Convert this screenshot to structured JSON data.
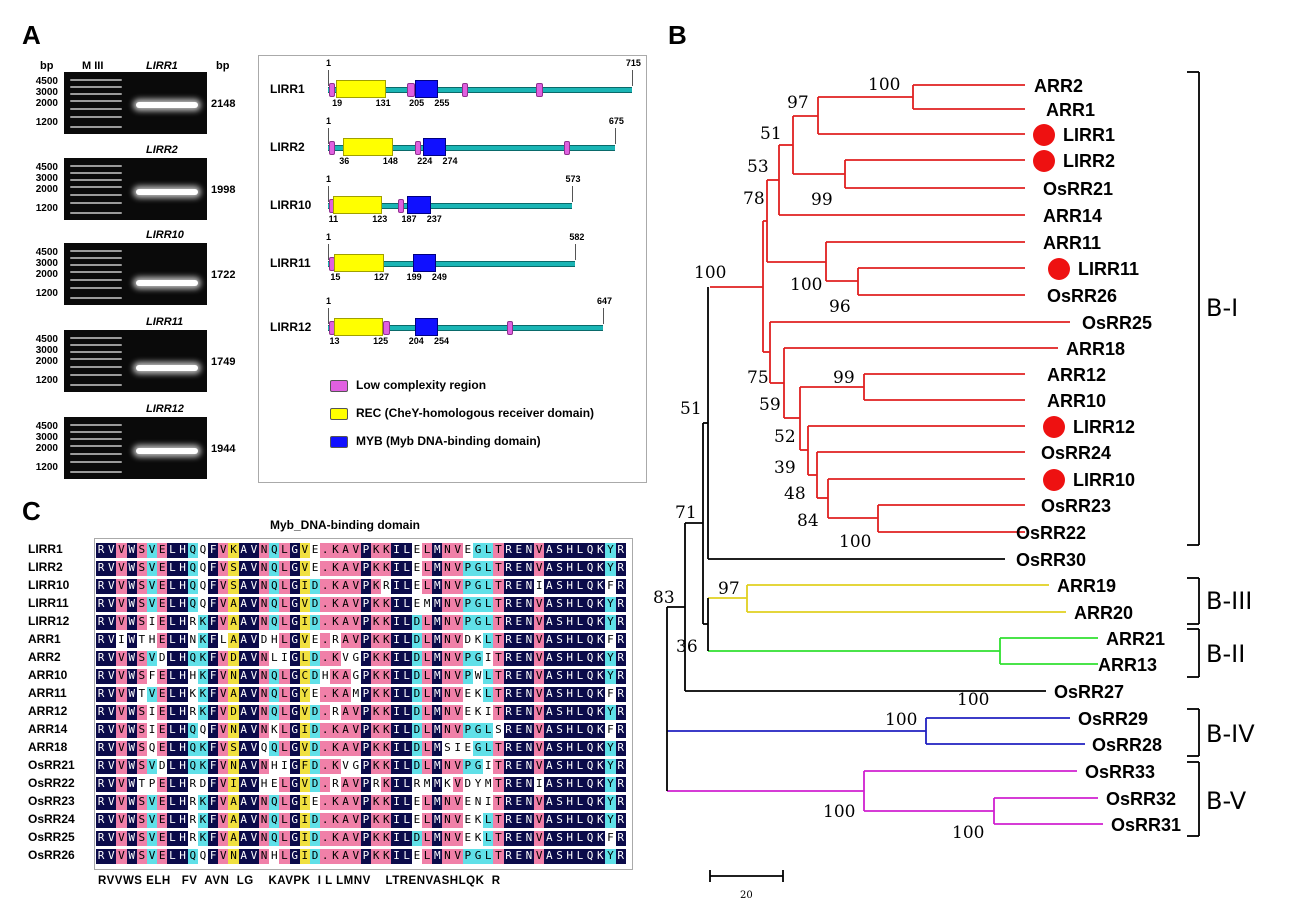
{
  "panels": {
    "a": "A",
    "b": "B",
    "c": "C"
  },
  "panelA": {
    "bp_header": "bp",
    "marker_header": "M III",
    "marker_sizes": [
      "4500",
      "3000",
      "2000",
      "1200"
    ],
    "gels": [
      {
        "name": "LIRR1",
        "size": "2148"
      },
      {
        "name": "LIRR2",
        "size": "1998"
      },
      {
        "name": "LIRR10",
        "size": "1722"
      },
      {
        "name": "LIRR11",
        "size": "1749"
      },
      {
        "name": "LIRR12",
        "size": "1944"
      }
    ],
    "domains": [
      {
        "name": "LIRR1",
        "start": "1",
        "end": "715",
        "rec": [
          "19",
          "131"
        ],
        "myb": [
          "205",
          "255"
        ]
      },
      {
        "name": "LIRR2",
        "start": "1",
        "end": "675",
        "rec": [
          "36",
          "148"
        ],
        "myb": [
          "224",
          "274"
        ]
      },
      {
        "name": "LIRR10",
        "start": "1",
        "end": "573",
        "rec": [
          "11",
          "123"
        ],
        "myb": [
          "187",
          "237"
        ]
      },
      {
        "name": "LIRR11",
        "start": "1",
        "end": "582",
        "rec": [
          "15",
          "127"
        ],
        "myb": [
          "199",
          "249"
        ]
      },
      {
        "name": "LIRR12",
        "start": "1",
        "end": "647",
        "rec": [
          "13",
          "125"
        ],
        "myb": [
          "204",
          "254"
        ]
      }
    ],
    "legend": [
      {
        "label": "Low complexity region",
        "color": "#e060e0"
      },
      {
        "label": "REC (CheY-homologous receiver domain)",
        "color": "#ffff00"
      },
      {
        "label": "MYB (Myb DNA-binding domain)",
        "color": "#1010ff"
      }
    ]
  },
  "panelB": {
    "taxa": [
      "ARR2",
      "ARR1",
      "LIRR1",
      "LIRR2",
      "OsRR21",
      "ARR14",
      "ARR11",
      "LIRR11",
      "OsRR26",
      "OsRR25",
      "ARR18",
      "ARR12",
      "ARR10",
      "LIRR12",
      "OsRR24",
      "LIRR10",
      "OsRR23",
      "OsRR22",
      "OsRR30",
      "ARR19",
      "ARR20",
      "ARR21",
      "ARR13",
      "OsRR27",
      "OsRR29",
      "OsRR28",
      "OsRR33",
      "OsRR32",
      "OsRR31"
    ],
    "bootstraps": [
      "100",
      "97",
      "51",
      "53",
      "99",
      "78",
      "100",
      "100",
      "96",
      "75",
      "99",
      "59",
      "52",
      "39",
      "48",
      "84",
      "100",
      "51",
      "71",
      "97",
      "83",
      "36",
      "100",
      "100",
      "100",
      "100"
    ],
    "clades": [
      "B-I",
      "B-III",
      "B-II",
      "B-IV",
      "B-V"
    ],
    "scale": "20",
    "colors": {
      "B-I": "#e02020",
      "B-III": "#e0d020",
      "B-II": "#30e030",
      "B-IV": "#2020c0",
      "B-V": "#d020d0",
      "root": "#000000"
    }
  },
  "panelC": {
    "title": "Myb_DNA-binding domain",
    "names": [
      "LIRR1",
      "LIRR2",
      "LIRR10",
      "LIRR11",
      "LIRR12",
      "ARR1",
      "ARR2",
      "ARR10",
      "ARR11",
      "ARR12",
      "ARR14",
      "ARR18",
      "OsRR21",
      "OsRR22",
      "OsRR23",
      "OsRR24",
      "OsRR25",
      "OsRR26"
    ],
    "seqs": [
      "RVVWSVELHQQFVKAVNQLGVE.KAVPKKILELMNVEGLTRENVASHLQKYR",
      "RVVWSVELHQQFVSAVNQLGVE.KAVPKKILELMNVPGLTRENVASHLQKYR",
      "RVVWSVELHQQFVSAVNQLGID.KAVPKRILELMNVPGLTRENIASHLQKFR",
      "RVVWSVELHQQFVAAVNQLGVD.KAVPKKILEMMNVPGLTRENVASHLQKYR",
      "RVVWSIELHRKFVAAVNQLGID.KAVPKKILDLMNVPGLTRENVASHLQKYR",
      "RVIWTHELHNKFLAAVDHLGVE.RAVPKKILDLMNVDKLTRENVASHLQKFR",
      "RVVWSVDLHQKFVDAVNLIGLD.KVGPKKILDLMNVPGITRENVASHLQKYR",
      "RVVWSFELHHKFVNAVNQLGCDHKAGPKKILDLMNVPWLTRENVASHLQKYR",
      "RVVWTVELHKKFVAAVNQLGYE.KAMPKKILDLMNVEKLTRENVASHLQKFR",
      "RVVWSIELHRKFVDAVNQLGVD.RAVPKKILDLMNVEKITRENVASHLQKYR",
      "RVVWSIELHQQFVNAVNKLGID.KAVPKKILDLMNVPGLSRENVASHLQKFR",
      "RVVWSQELHQKFVSAVQQLGVD.KAVPKKILDLMSIEGLTRENVASHLQKYR",
      "RVVWSVDLHQKFVNAVNHIGFD.KVGPKKILDLMNVPGITRENVASHLQKYR",
      "RVVWTPELHRDFVIAVHELGVD.RAVPRKILRMMKVDYMTRENIASHLQKYR",
      "RVVWSVELHRKFVAAVNQLGIE.KAVPKKILELMNVENITRENVASHLQKYR",
      "RVVWSVELHRKFVAAVNQLGID.KAVPKKILELMNVEKLTRENVASHLQKYR",
      "RVVWSVELHRKFVAAVNQLGID.KAVPKKILDLMNVEKLTRENVASHLQKFR",
      "RVVWSVELHQQFVNAVNHLGID.KAVPKKILELMNVPGLTRENVASHLQKYR"
    ],
    "consensus": "RVVWS ELH   FV  AVN  LG    KAVPK  I L LMNV    LTRENVASHLQK  R"
  }
}
